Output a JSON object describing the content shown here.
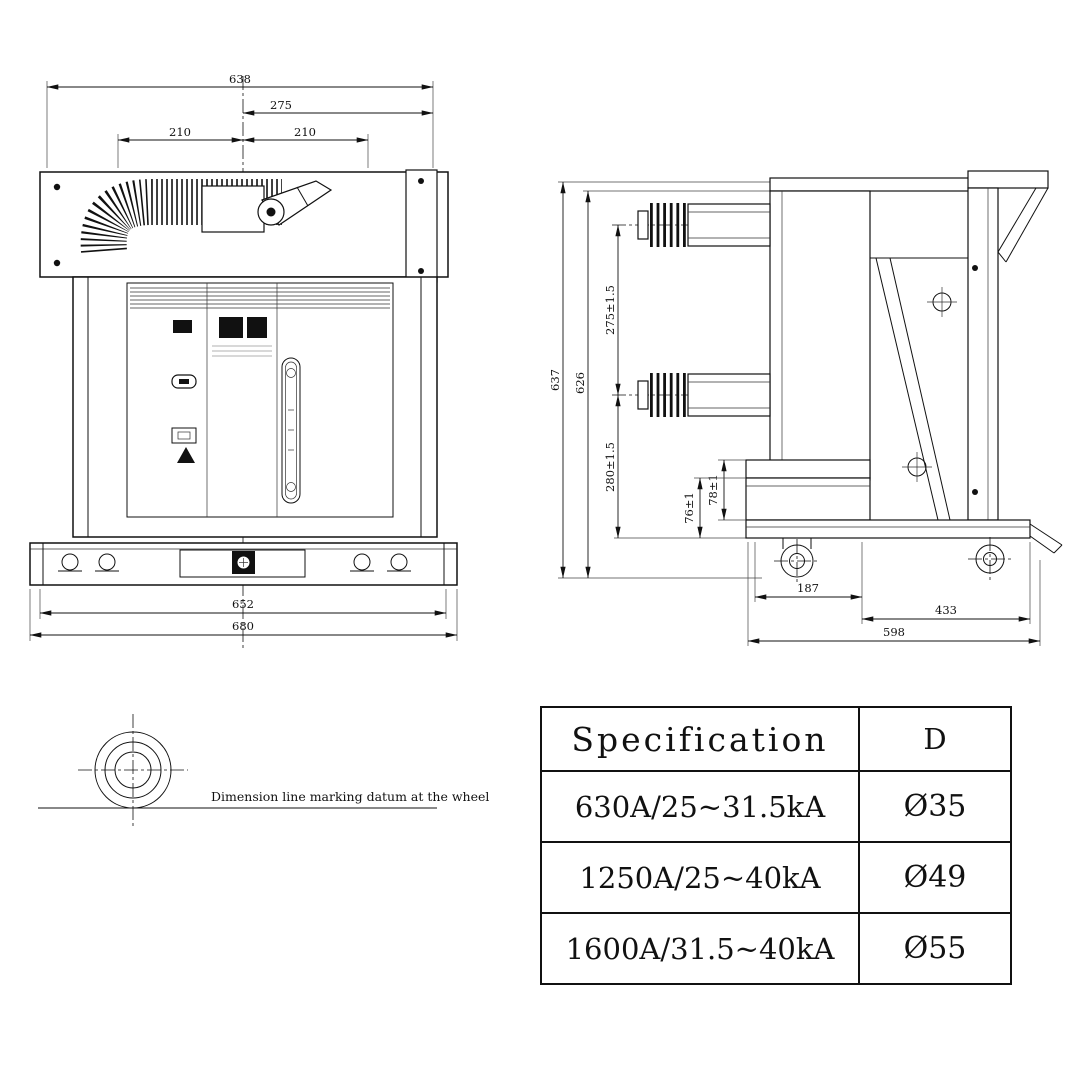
{
  "front_view": {
    "dims": {
      "total_top": "638",
      "offset_right": "275",
      "half_left": "210",
      "half_right": "210",
      "inner_bottom": "652",
      "total_bottom": "680"
    }
  },
  "side_view": {
    "dims": {
      "height_total": "637",
      "height_inner": "626",
      "pole_spacing": "275±1.5",
      "lower_section": "280±1.5",
      "step_upper": "78±1",
      "step_lower": "76±1",
      "wheel_front": "187",
      "wheel_base": "433",
      "depth_total": "598"
    }
  },
  "wheel_detail": {
    "note": "Dimension line marking datum at the wheel"
  },
  "spec_table": {
    "headers": [
      "Specification",
      "D"
    ],
    "rows": [
      [
        "630A/25~31.5kA",
        "Ø35"
      ],
      [
        "1250A/25~40kA",
        "Ø49"
      ],
      [
        "1600A/31.5~40kA",
        "Ø55"
      ]
    ]
  }
}
